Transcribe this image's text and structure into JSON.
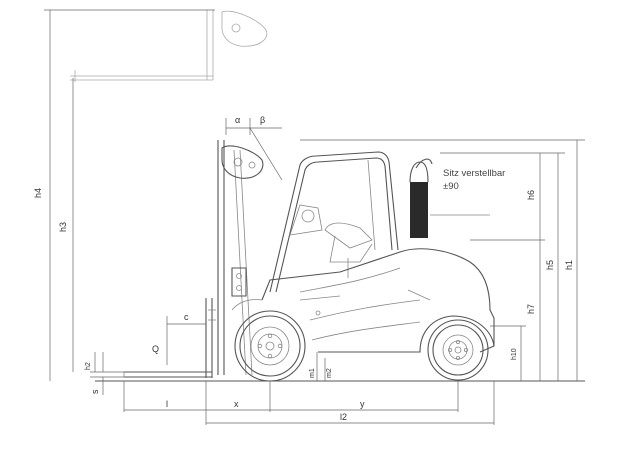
{
  "figure": {
    "note_line1": "Sitz verstellbar",
    "note_line2": "±90"
  },
  "labels": {
    "alpha": "α",
    "beta": "β",
    "h4": "h4",
    "h3": "h3",
    "h6": "h6",
    "h5": "h5",
    "h1": "h1",
    "h7": "h7",
    "h10": "h10",
    "h2": "h2",
    "s": "s",
    "c": "c",
    "Q": "Q",
    "m1": "m1",
    "m2": "m2",
    "l": "l",
    "x": "x",
    "y": "y",
    "l2": "l2"
  },
  "colors": {
    "line": "#555555",
    "counterweight": "#2a2a2a",
    "background": "#ffffff"
  }
}
